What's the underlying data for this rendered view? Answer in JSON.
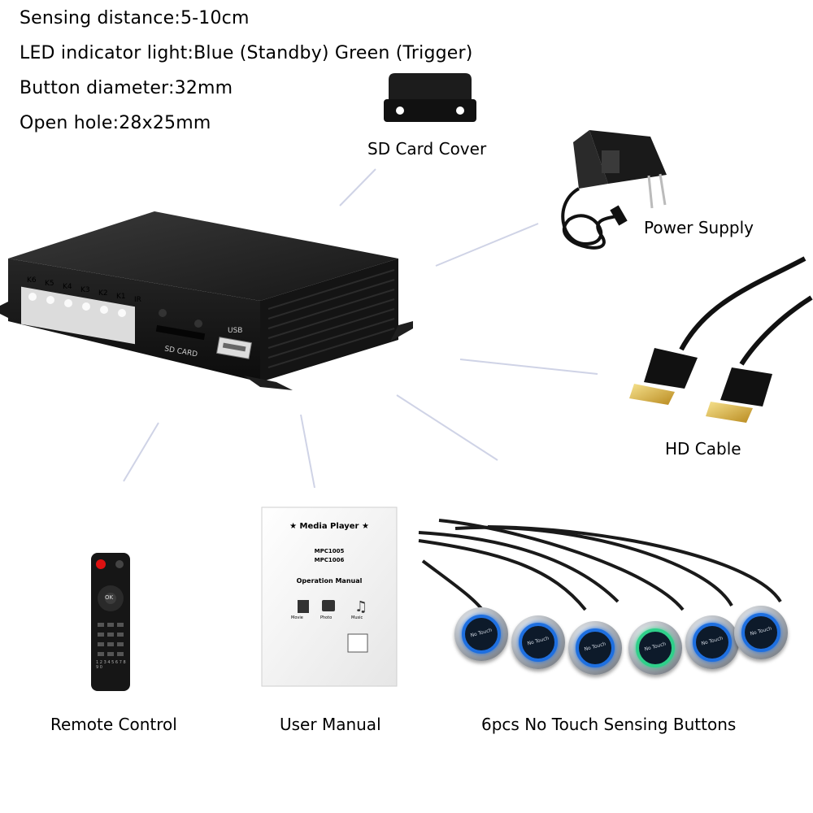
{
  "specs": [
    "Sensing distance:5-10cm",
    "LED indicator light:Blue (Standby) Green (Trigger)",
    "Button diameter:32mm",
    "Open hole:28x25mm"
  ],
  "labels": {
    "sd_card_cover": "SD Card Cover",
    "power_supply": "Power Supply",
    "hd_cable": "HD Cable",
    "remote_control": "Remote Control",
    "user_manual": "User Manual",
    "sensing_buttons": "6pcs No Touch Sensing Buttons"
  },
  "device": {
    "port_labels": [
      "K6",
      "K5",
      "K4",
      "K3",
      "K2",
      "K1",
      "IR"
    ],
    "sd_label": "SD CARD",
    "usb_label": "USB"
  },
  "manual": {
    "title": "★ Media Player ★",
    "models": [
      "MPC1005",
      "MPC1006"
    ],
    "subtitle": "Operation Manual",
    "icon_labels": [
      "Movie",
      "Photo",
      "Music"
    ]
  },
  "buttons": {
    "text": "No Touch",
    "ring_colors": [
      "#1e6fe0",
      "#1e6fe0",
      "#1e6fe0",
      "#2fd08a",
      "#1e6fe0",
      "#1e6fe0"
    ]
  },
  "remote": {
    "center_key": "OK",
    "keys": [
      "1",
      "2",
      "3",
      "4",
      "5",
      "6",
      "7",
      "8",
      "9",
      "0"
    ]
  }
}
